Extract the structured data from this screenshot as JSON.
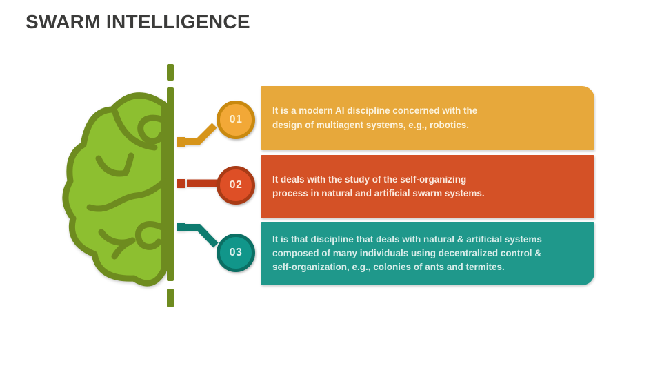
{
  "slide": {
    "title": "SWARM INTELLIGENCE",
    "title_color": "#3b3b3a",
    "background_color": "#ffffff",
    "brain": {
      "icon": "brain-left-hemisphere-icon",
      "fill_color": "#8dbf30",
      "outline_color": "#6e8b1f"
    },
    "divider": {
      "style": "dashed-vertical-line",
      "color": "#6e8b1f"
    },
    "items": [
      {
        "number": "01",
        "circle_fill": "#f2a837",
        "circle_border": "#c9890f",
        "connector_color": "#d6941a",
        "box_fill": "#e7a83b",
        "text_color": "#fcf3dd",
        "lines": [
          "It is a modern AI discipline concerned with the",
          "design of multiagent systems, e.g., robotics."
        ]
      },
      {
        "number": "02",
        "circle_fill": "#de4f26",
        "circle_border": "#a93b16",
        "connector_color": "#bc3b18",
        "box_fill": "#d45126",
        "text_color": "#fbeadf",
        "lines": [
          "It deals with the study of the self-organizing",
          "process in natural and artificial swarm systems."
        ]
      },
      {
        "number": "03",
        "circle_fill": "#11968a",
        "circle_border": "#0b6f64",
        "connector_color": "#0e7b6f",
        "box_fill": "#1f988b",
        "text_color": "#d8edea",
        "lines": [
          "It is that discipline that deals with natural & artificial systems",
          "composed of many individuals using decentralized control &",
          "self-organization, e.g., colonies of ants and termites."
        ]
      }
    ]
  }
}
